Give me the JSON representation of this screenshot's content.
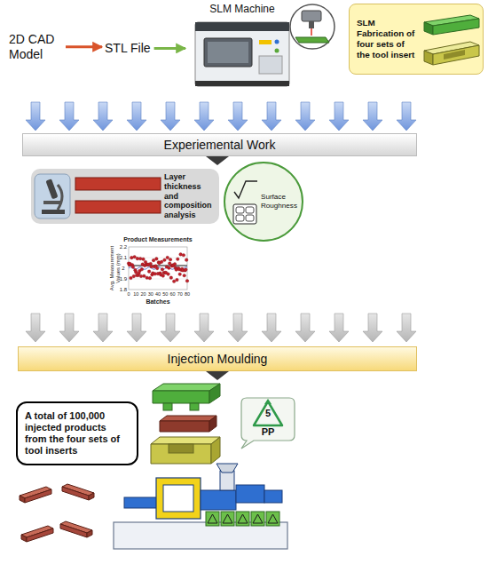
{
  "diagram": {
    "nodes": [
      {
        "text": [
          "2D CAD Model"
        ]
      },
      {
        "text": [
          "STL File"
        ]
      },
      {
        "text": [
          "SLM Machine"
        ]
      },
      {
        "text": [
          "SLM Fabrication of four sets of the tool insert"
        ]
      },
      {
        "text": [
          "Experiemental Work"
        ]
      },
      {
        "text": [
          "Layer thickness and composition analysis"
        ]
      },
      {
        "text": [
          "Surface Roughness"
        ]
      },
      {
        "text": [
          "Injection Moulding"
        ]
      },
      {
        "text": [
          "A total of 100,000 injected products from the four sets of tool inserts"
        ]
      },
      {
        "text": [
          "5",
          "PP"
        ]
      }
    ],
    "edges": [
      {
        "from": 0,
        "to": 1,
        "arrow": "to"
      },
      {
        "from": 1,
        "to": 2,
        "arrow": "to"
      }
    ],
    "labels": [
      "Product Measurements",
      "Avg. Measurement Values (mm)",
      "2.2",
      "2.1",
      "2",
      "1.9",
      "1.8",
      "0",
      "10",
      "20",
      "30",
      "40",
      "50",
      "60",
      "70",
      "80",
      "Batches"
    ]
  }
}
